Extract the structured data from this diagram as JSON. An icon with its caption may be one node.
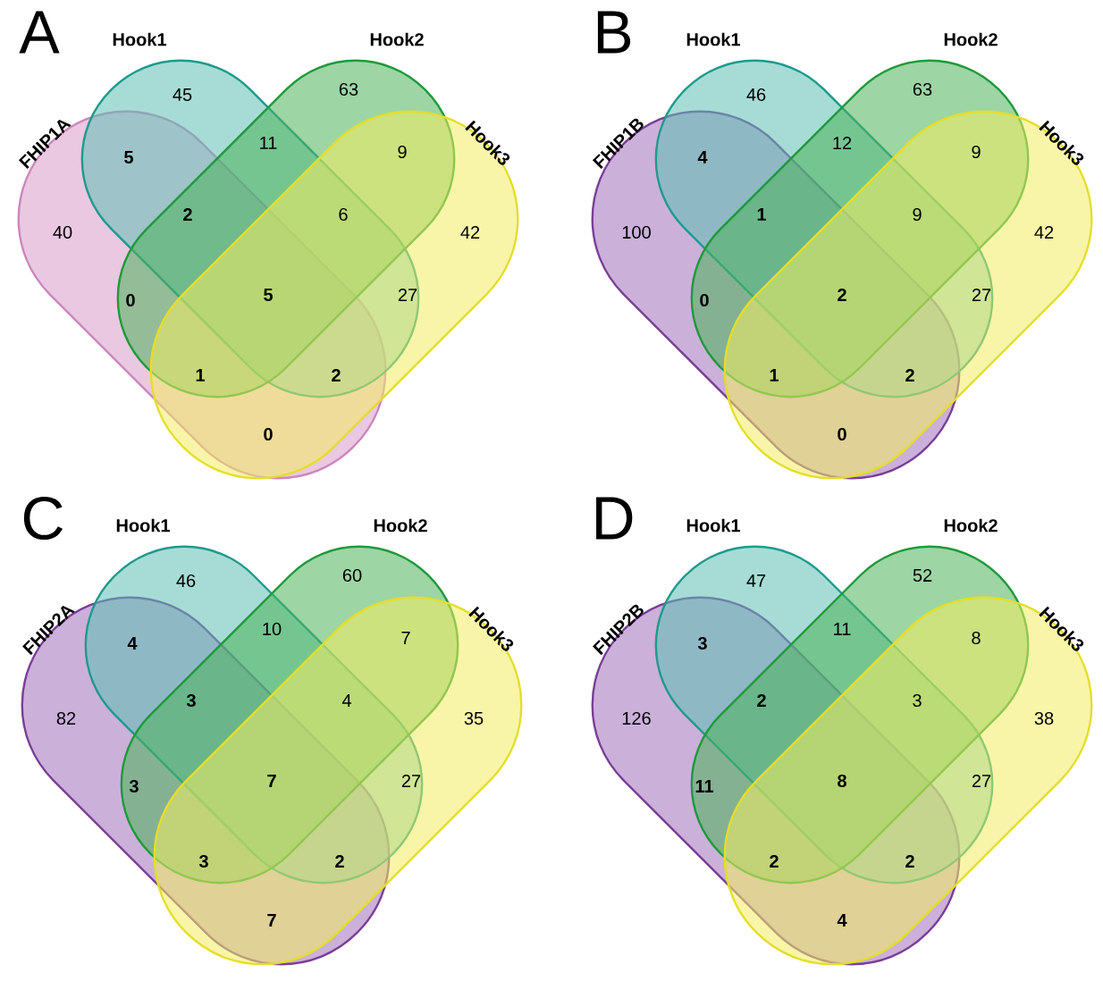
{
  "diagram": {
    "nodes": [
      {
        "text": [
          "Hook1"
        ]
      },
      {
        "text": [
          "Hook2"
        ]
      },
      {
        "text": [
          "FHIP1A"
        ]
      },
      {
        "text": [
          "Hook3"
        ]
      },
      {
        "text": [
          "Hook1"
        ]
      },
      {
        "text": [
          "Hook2"
        ]
      },
      {
        "text": [
          "FHIP1B"
        ]
      },
      {
        "text": [
          "Hook3"
        ]
      },
      {
        "text": [
          "Hook1"
        ]
      },
      {
        "text": [
          "Hook2"
        ]
      },
      {
        "text": [
          "FHIP2A"
        ]
      },
      {
        "text": [
          "Hook3"
        ]
      },
      {
        "text": [
          "Hook1"
        ]
      },
      {
        "text": [
          "Hook2"
        ]
      },
      {
        "text": [
          "FHIP2B"
        ]
      },
      {
        "text": [
          "Hook3"
        ]
      }
    ],
    "edges": [],
    "labels": [
      "A",
      "45",
      "63",
      "5",
      "11",
      "9",
      "40",
      "2",
      "6",
      "42",
      "0",
      "5",
      "27",
      "1",
      "2",
      "0",
      "B",
      "46",
      "63",
      "4",
      "12",
      "9",
      "100",
      "1",
      "9",
      "42",
      "0",
      "2",
      "27",
      "1",
      "2",
      "0",
      "C",
      "46",
      "60",
      "4",
      "10",
      "7",
      "82",
      "3",
      "4",
      "35",
      "3",
      "7",
      "27",
      "3",
      "2",
      "7",
      "D",
      "47",
      "52",
      "3",
      "11",
      "8",
      "126",
      "2",
      "3",
      "38",
      "11",
      "8",
      "27",
      "2",
      "2",
      "4"
    ]
  }
}
